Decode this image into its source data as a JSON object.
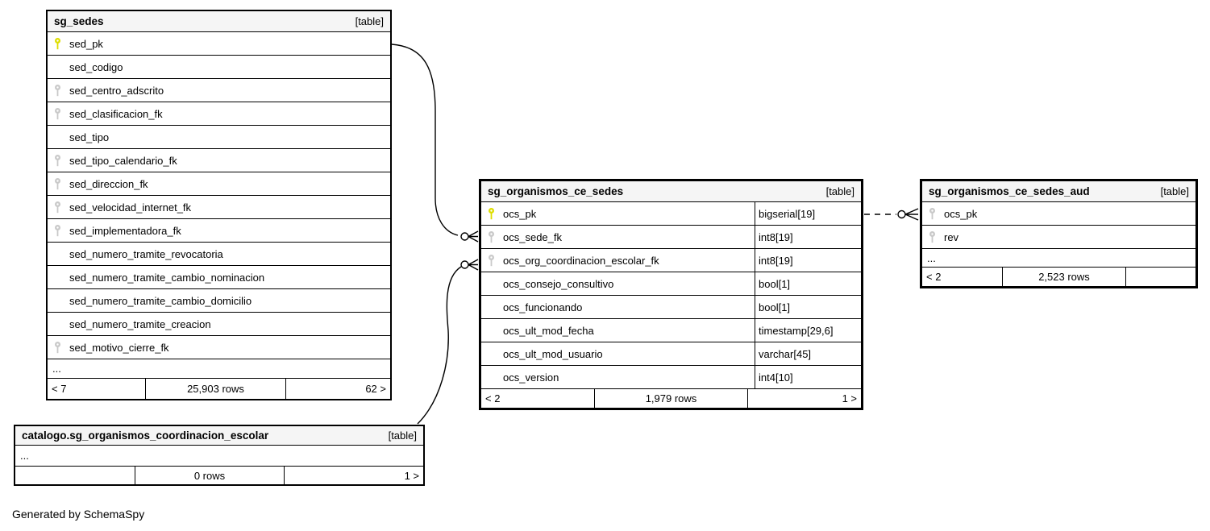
{
  "diagram": {
    "generated_by": "Generated by SchemaSpy"
  },
  "colors": {
    "primary_key_icon": "#dede00",
    "foreign_key_icon": "#c9c9c9",
    "header_bg": "#f5f5f5",
    "border": "#000000",
    "background": "#ffffff"
  },
  "tables": {
    "sg_sedes": {
      "title": "sg_sedes",
      "badge": "[table]",
      "columns": [
        {
          "name": "sed_pk",
          "key": "primary"
        },
        {
          "name": "sed_codigo",
          "key": "none"
        },
        {
          "name": "sed_centro_adscrito",
          "key": "foreign"
        },
        {
          "name": "sed_clasificacion_fk",
          "key": "foreign"
        },
        {
          "name": "sed_tipo",
          "key": "none"
        },
        {
          "name": "sed_tipo_calendario_fk",
          "key": "foreign"
        },
        {
          "name": "sed_direccion_fk",
          "key": "foreign"
        },
        {
          "name": "sed_velocidad_internet_fk",
          "key": "foreign"
        },
        {
          "name": "sed_implementadora_fk",
          "key": "foreign"
        },
        {
          "name": "sed_numero_tramite_revocatoria",
          "key": "none"
        },
        {
          "name": "sed_numero_tramite_cambio_nominacion",
          "key": "none"
        },
        {
          "name": "sed_numero_tramite_cambio_domicilio",
          "key": "none"
        },
        {
          "name": "sed_numero_tramite_creacion",
          "key": "none"
        },
        {
          "name": "sed_motivo_cierre_fk",
          "key": "foreign"
        }
      ],
      "ellipsis": "...",
      "footer": {
        "prev": "< 7",
        "rows": "25,903 rows",
        "next": "62 >"
      }
    },
    "sg_organismos_ce_sedes": {
      "title": "sg_organismos_ce_sedes",
      "badge": "[table]",
      "columns": [
        {
          "name": "ocs_pk",
          "type": "bigserial[19]",
          "key": "primary"
        },
        {
          "name": "ocs_sede_fk",
          "type": "int8[19]",
          "key": "foreign"
        },
        {
          "name": "ocs_org_coordinacion_escolar_fk",
          "type": "int8[19]",
          "key": "foreign"
        },
        {
          "name": "ocs_consejo_consultivo",
          "type": "bool[1]",
          "key": "none"
        },
        {
          "name": "ocs_funcionando",
          "type": "bool[1]",
          "key": "none"
        },
        {
          "name": "ocs_ult_mod_fecha",
          "type": "timestamp[29,6]",
          "key": "none"
        },
        {
          "name": "ocs_ult_mod_usuario",
          "type": "varchar[45]",
          "key": "none"
        },
        {
          "name": "ocs_version",
          "type": "int4[10]",
          "key": "none"
        }
      ],
      "footer": {
        "prev": "< 2",
        "rows": "1,979 rows",
        "next": "1 >"
      }
    },
    "sg_organismos_ce_sedes_aud": {
      "title": "sg_organismos_ce_sedes_aud",
      "badge": "[table]",
      "columns": [
        {
          "name": "ocs_pk",
          "key": "foreign"
        },
        {
          "name": "rev",
          "key": "foreign"
        }
      ],
      "ellipsis": "...",
      "footer": {
        "prev": "< 2",
        "rows": "2,523 rows",
        "next": ""
      }
    },
    "catalogo_sg_organismos_coordinacion_escolar": {
      "title": "catalogo.sg_organismos_coordinacion_escolar",
      "badge": "[table]",
      "ellipsis": "...",
      "footer": {
        "prev": "",
        "rows": "0 rows",
        "next": "1 >"
      }
    }
  }
}
